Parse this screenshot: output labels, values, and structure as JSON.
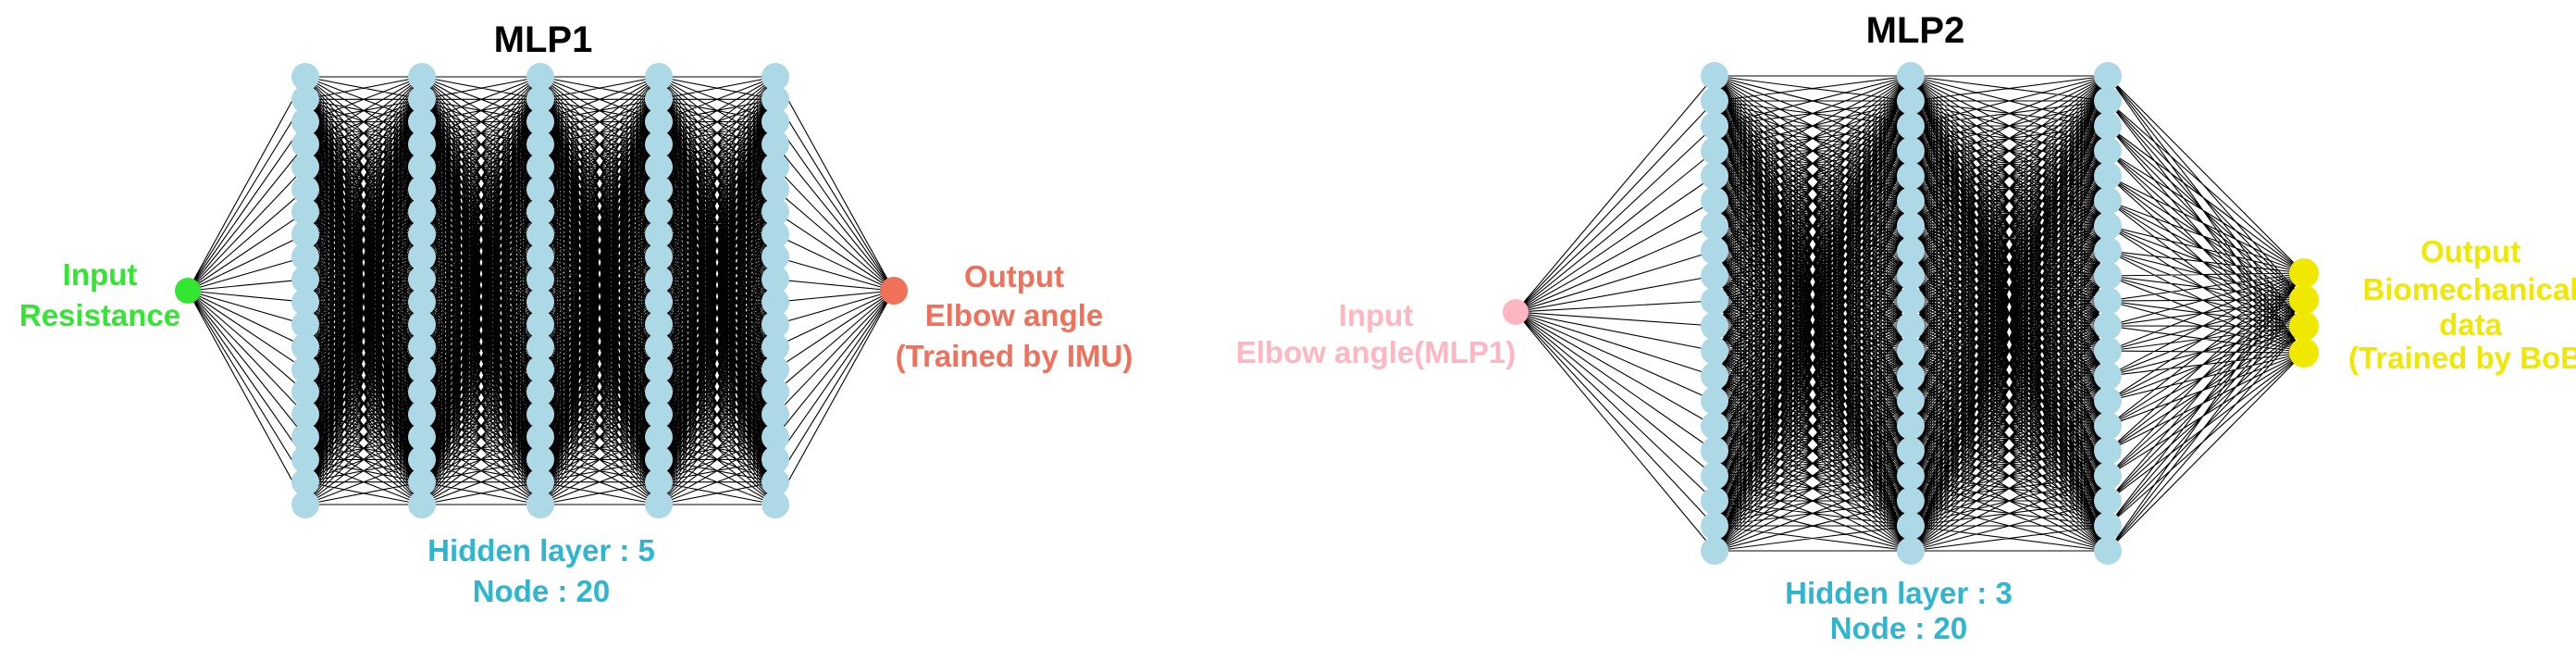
{
  "colors": {
    "hidden_node": "#add8e6",
    "edge": "#000000",
    "mlp1_input": "#32e632",
    "mlp1_output": "#f0705a",
    "mlp2_input": "#ffb6c1",
    "mlp2_output": "#f0e800",
    "hidden_text": "#2eb5d0"
  },
  "mlp1": {
    "title": "MLP1",
    "input": {
      "line1": "Input",
      "line2": "Resistance"
    },
    "output": {
      "line1": "Output",
      "line2": "Elbow angle",
      "line3": "(Trained by IMU)"
    },
    "hidden": {
      "line1": "Hidden layer : 5",
      "line2": "Node : 20"
    },
    "input_nodes": 1,
    "hidden_layers": 5,
    "nodes_per_hidden_layer": 20,
    "output_nodes": 1
  },
  "mlp2": {
    "title": "MLP2",
    "input": {
      "line1": "Input",
      "line2": "Elbow angle(MLP1)"
    },
    "output": {
      "line1": "Output",
      "line2": "Biomechanical",
      "line3": "data",
      "line4": "(Trained by BoB)"
    },
    "hidden": {
      "line1": "Hidden layer : 3",
      "line2": "Node : 20"
    },
    "input_nodes": 1,
    "hidden_layers": 3,
    "nodes_per_hidden_layer": 20,
    "output_nodes": 4
  }
}
